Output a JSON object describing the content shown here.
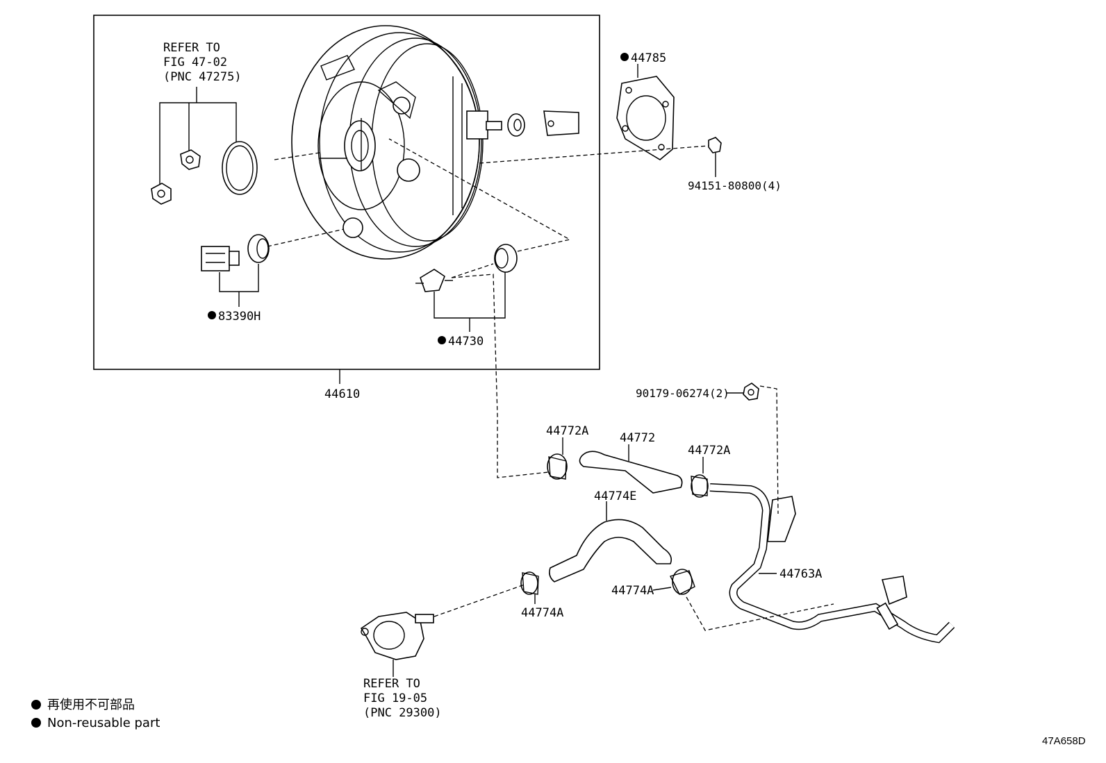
{
  "labels": {
    "refer_47_line1": "REFER TO",
    "refer_47_line2": "FIG 47-02",
    "refer_47_line3": "(PNC 47275)",
    "p44785": "44785",
    "p94151": "94151-80800(4)",
    "p83390h": "83390H",
    "p44730": "44730",
    "p44610": "44610",
    "p90179": "90179-06274(2)",
    "p44772a_left": "44772A",
    "p44772": "44772",
    "p44772a_right": "44772A",
    "p44774e": "44774E",
    "p44763a": "44763A",
    "p44774a_mid": "44774A",
    "p44774a_left": "44774A",
    "refer_19_line1": "REFER TO",
    "refer_19_line2": "FIG 19-05",
    "refer_19_line3": "(PNC 29300)"
  },
  "legend": {
    "line1": "再使用不可部品",
    "line2": "Non-reusable part"
  },
  "figure_code": "47A658D"
}
